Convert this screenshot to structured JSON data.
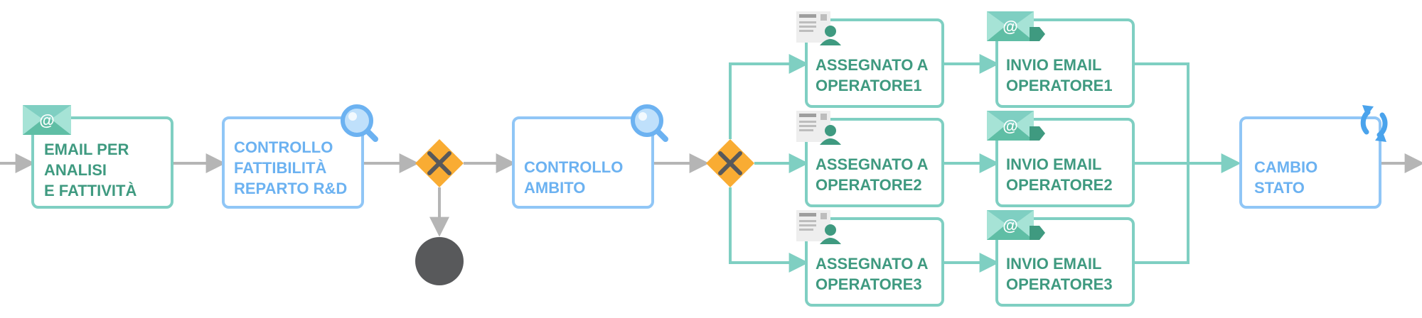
{
  "colors": {
    "teal": "#7fcfc2",
    "teal_dark": "#3f9a80",
    "blue": "#90c6f6",
    "blue_text": "#6cb2f1",
    "grey_arrow": "#b5b5b5",
    "gateway": "#f9ac33",
    "end_event": "#58595b"
  },
  "nodes": {
    "email_analisi": {
      "lines": [
        "EMAIL PER",
        "ANALISI",
        "E FATTIVITÀ"
      ],
      "icon": "email-icon"
    },
    "controllo_fattibilita": {
      "lines": [
        "CONTROLLO",
        "FATTIBILITÀ",
        "REPARTO R&D"
      ],
      "icon": "magnifier-icon"
    },
    "controllo_ambito": {
      "lines": [
        "CONTROLLO",
        "AMBITO"
      ],
      "icon": "magnifier-icon"
    },
    "assegnato_1": {
      "lines": [
        "ASSEGNATO A",
        "OPERATORE1"
      ],
      "icon": "user-task-icon"
    },
    "assegnato_2": {
      "lines": [
        "ASSEGNATO A",
        "OPERATORE2"
      ],
      "icon": "user-task-icon"
    },
    "assegnato_3": {
      "lines": [
        "ASSEGNATO A",
        "OPERATORE3"
      ],
      "icon": "user-task-icon"
    },
    "invio_1": {
      "lines": [
        "INVIO EMAIL",
        "OPERATORE1"
      ],
      "icon": "send-email-icon"
    },
    "invio_2": {
      "lines": [
        "INVIO EMAIL",
        "OPERATORE2"
      ],
      "icon": "send-email-icon"
    },
    "invio_3": {
      "lines": [
        "INVIO EMAIL",
        "OPERATORE3"
      ],
      "icon": "send-email-icon"
    },
    "cambio_stato": {
      "lines": [
        "CAMBIO",
        "STATO"
      ],
      "icon": "refresh-icon"
    }
  }
}
